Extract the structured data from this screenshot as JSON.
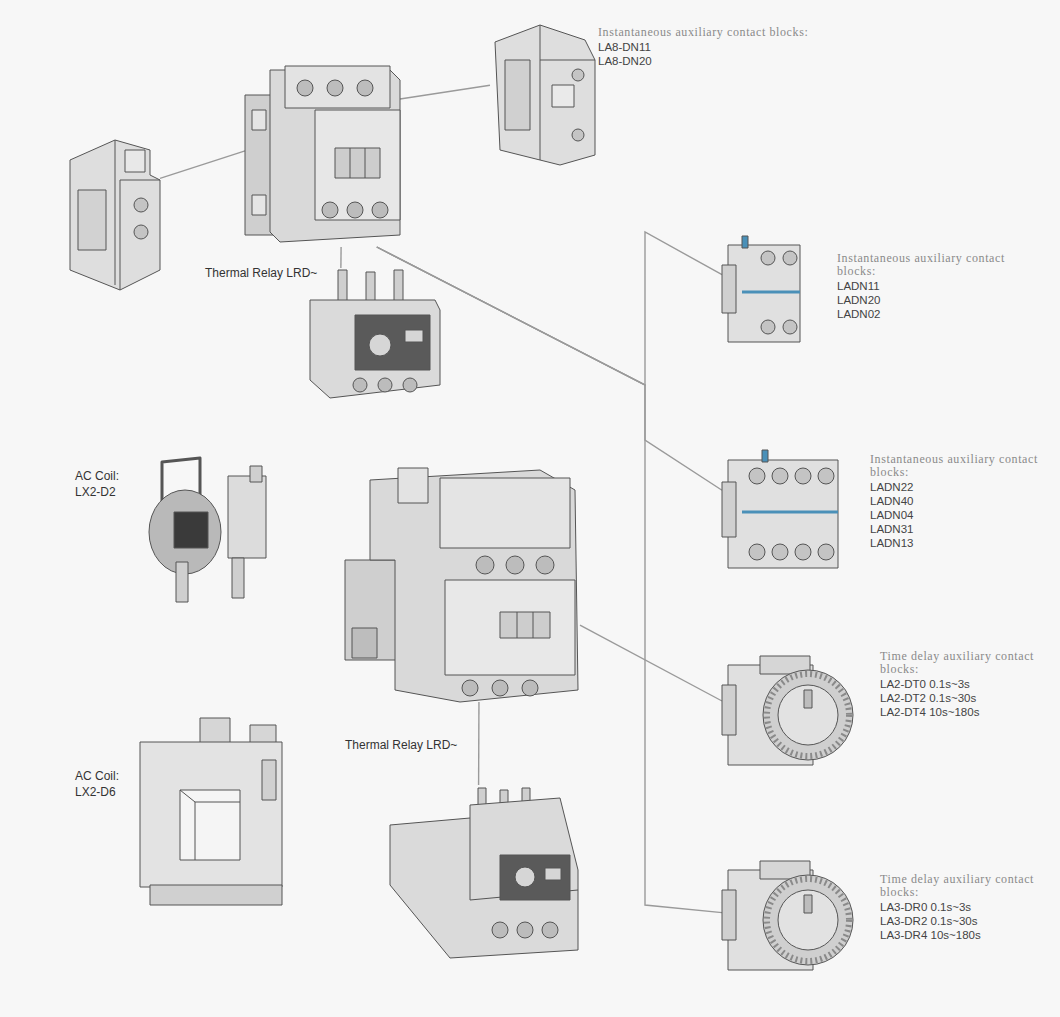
{
  "diagram": {
    "nodes": [
      {
        "text": []
      },
      {
        "text": []
      },
      {
        "text": [
          "Instantaneous auxiliary contact blocks:",
          "LA8-DN11",
          "LA8-DN20"
        ]
      },
      {
        "text": [
          "Thermal Relay LRD~"
        ]
      },
      {
        "text": [
          "Instantaneous auxiliary contact blocks:",
          "LADN11",
          "LADN20",
          "LADN02"
        ]
      },
      {
        "text": [
          "Instantaneous auxiliary contact blocks:",
          "LADN22",
          "LADN40",
          "LADN04",
          "LADN31",
          "LADN13"
        ]
      },
      {
        "text": [
          "AC Coil:",
          "LX2-D2"
        ]
      },
      {
        "text": []
      },
      {
        "text": [
          "Time delay auxiliary contact blocks:",
          "LA2-DT0 0.1s~3s",
          "LA2-DT2 0.1s~30s",
          "LA2-DT4 10s~180s"
        ]
      },
      {
        "text": [
          "Thermal Relay LRD~"
        ]
      },
      {
        "text": [
          "AC Coil:",
          "LX2-D6"
        ]
      },
      {
        "text": [
          "Time delay auxiliary contact blocks:",
          "LA3-DR0 0.1s~3s",
          "LA3-DR2 0.1s~30s",
          "LA3-DR4 10s~180s"
        ]
      }
    ],
    "edges": [
      {
        "from": 0,
        "to": 1,
        "arrow": "none"
      },
      {
        "from": 1,
        "to": 2,
        "arrow": "none"
      },
      {
        "from": 1,
        "to": 3,
        "arrow": "none"
      },
      {
        "from": 1,
        "to": 4,
        "arrow": "none"
      },
      {
        "from": 1,
        "to": 5,
        "arrow": "none"
      },
      {
        "from": 1,
        "to": 11,
        "arrow": "none"
      },
      {
        "from": 7,
        "to": 8,
        "arrow": "none"
      },
      {
        "from": 7,
        "to": 9,
        "arrow": "none"
      }
    ]
  }
}
